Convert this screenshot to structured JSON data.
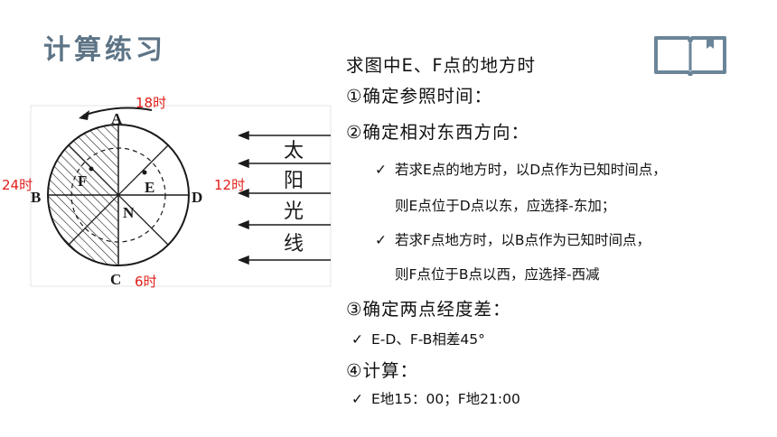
{
  "header": {
    "title": "计算练习"
  },
  "icons": {
    "corner": "open-book-icon",
    "check": "check-icon"
  },
  "diagram": {
    "time_labels": {
      "top": "18时",
      "left": "24时",
      "right": "12时",
      "bottom": "6时"
    },
    "points": {
      "A": "A",
      "B": "B",
      "C": "C",
      "D": "D",
      "E": "E",
      "F": "F",
      "N": "N"
    },
    "sunlight": [
      "太",
      "阳",
      "光",
      "线"
    ],
    "colors": {
      "time_label": "#e0201a",
      "lines": "#1a1a1a"
    }
  },
  "text": {
    "question": "求图中E、F点的地方时",
    "step1": "①确定参照时间：",
    "step2": "②确定相对东西方向：",
    "step2_b1": "若求E点的地方时，以D点作为已知时间点，",
    "step2_b1_cont": "则E点位于D点以东，应选择-东加；",
    "step2_b2": "若求F点地方时，以B点作为已知时间点，",
    "step2_b2_cont": "则F点位于B点以西，应选择-西减",
    "step3": "③确定两点经度差：",
    "step3_b1": "E-D、F-B相差45°",
    "step4": "④计算：",
    "step4_b1": "E地15：00；F地21:00",
    "check_mark": "✓"
  }
}
